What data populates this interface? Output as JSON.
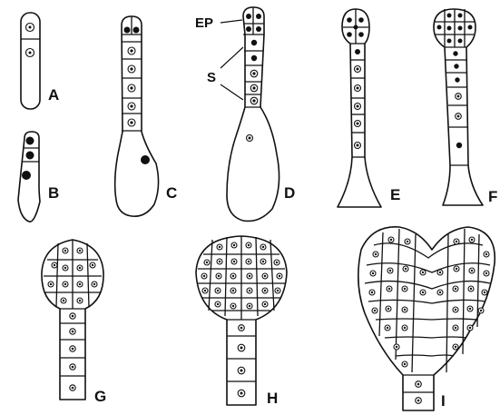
{
  "panels": [
    {
      "id": "A",
      "label": "A"
    },
    {
      "id": "B",
      "label": "B"
    },
    {
      "id": "C",
      "label": "C"
    },
    {
      "id": "D",
      "label": "D"
    },
    {
      "id": "E",
      "label": "E"
    },
    {
      "id": "F",
      "label": "F"
    },
    {
      "id": "G",
      "label": "G"
    },
    {
      "id": "H",
      "label": "H"
    },
    {
      "id": "I",
      "label": "I"
    }
  ],
  "annotations": {
    "embryo_proper": "EP",
    "suspensor": "S"
  }
}
